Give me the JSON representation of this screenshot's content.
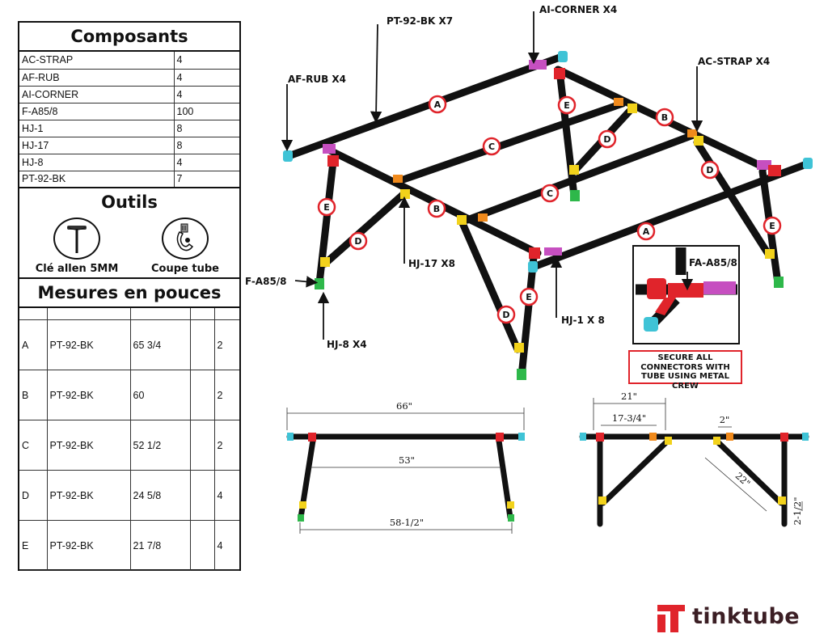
{
  "components": {
    "title": "Composants",
    "rows": [
      {
        "part": "AC-STRAP",
        "qty": "4"
      },
      {
        "part": "AF-RUB",
        "qty": "4"
      },
      {
        "part": "AI-CORNER",
        "qty": "4"
      },
      {
        "part": "F-A85/8",
        "qty": "100"
      },
      {
        "part": "HJ-1",
        "qty": "8"
      },
      {
        "part": "HJ-17",
        "qty": "8"
      },
      {
        "part": "HJ-8",
        "qty": "4"
      },
      {
        "part": "PT-92-BK",
        "qty": "7"
      }
    ]
  },
  "tools": {
    "title": "Outils",
    "items": [
      {
        "label": "Clé allen 5MM",
        "icon": "allen-key-icon"
      },
      {
        "label": "Coupe tube",
        "icon": "tube-cutter-icon"
      }
    ]
  },
  "measures": {
    "title": "Mesures en pouces",
    "rows": [
      {
        "key": "A",
        "part": "PT-92-BK",
        "length": "65 3/4",
        "qty": "2"
      },
      {
        "key": "B",
        "part": "PT-92-BK",
        "length": "60",
        "qty": "2"
      },
      {
        "key": "C",
        "part": "PT-92-BK",
        "length": "52 1/2",
        "qty": "2"
      },
      {
        "key": "D",
        "part": "PT-92-BK",
        "length": "24 5/8",
        "qty": "4"
      },
      {
        "key": "E",
        "part": "PT-92-BK",
        "length": "21 7/8",
        "qty": "4"
      }
    ]
  },
  "callouts": {
    "pt92": "PT-92-BK X7",
    "aicorner": "AI-CORNER X4",
    "afrub": "AF-RUB X4",
    "acstrap": "AC-STRAP X4",
    "hj17": "HJ-17 X8",
    "fa85": "F-A85/8",
    "hj8": "HJ-8 X4",
    "hj1": "HJ-1 X 8",
    "detail_fa85": "FA-A85/8"
  },
  "note": {
    "line1": "SECURE ALL",
    "line2": "CONNECTORS WITH",
    "line3": "TUBE USING METAL",
    "line4": "CREW"
  },
  "tube_letters": [
    "A",
    "A",
    "B",
    "B",
    "C",
    "C",
    "D",
    "D",
    "D",
    "D",
    "E",
    "E",
    "E",
    "E"
  ],
  "dimensions": {
    "front_top": "66\"",
    "front_mid": "53\"",
    "front_bottom": "58-1/2\"",
    "side_21": "21\"",
    "side_17": "17-3/4\"",
    "side_2": "2\"",
    "side_22": "22\"",
    "side_2half": "2-1/2\""
  },
  "brand": {
    "name": "tinktube",
    "color": "#e0242b"
  },
  "colors": {
    "tube": "#111111",
    "red": "#e0242b",
    "yellow": "#f2d21b",
    "orange": "#f08a1c",
    "green": "#2eb84a",
    "cyan": "#3fc3d6",
    "magenta": "#c64fc0"
  }
}
